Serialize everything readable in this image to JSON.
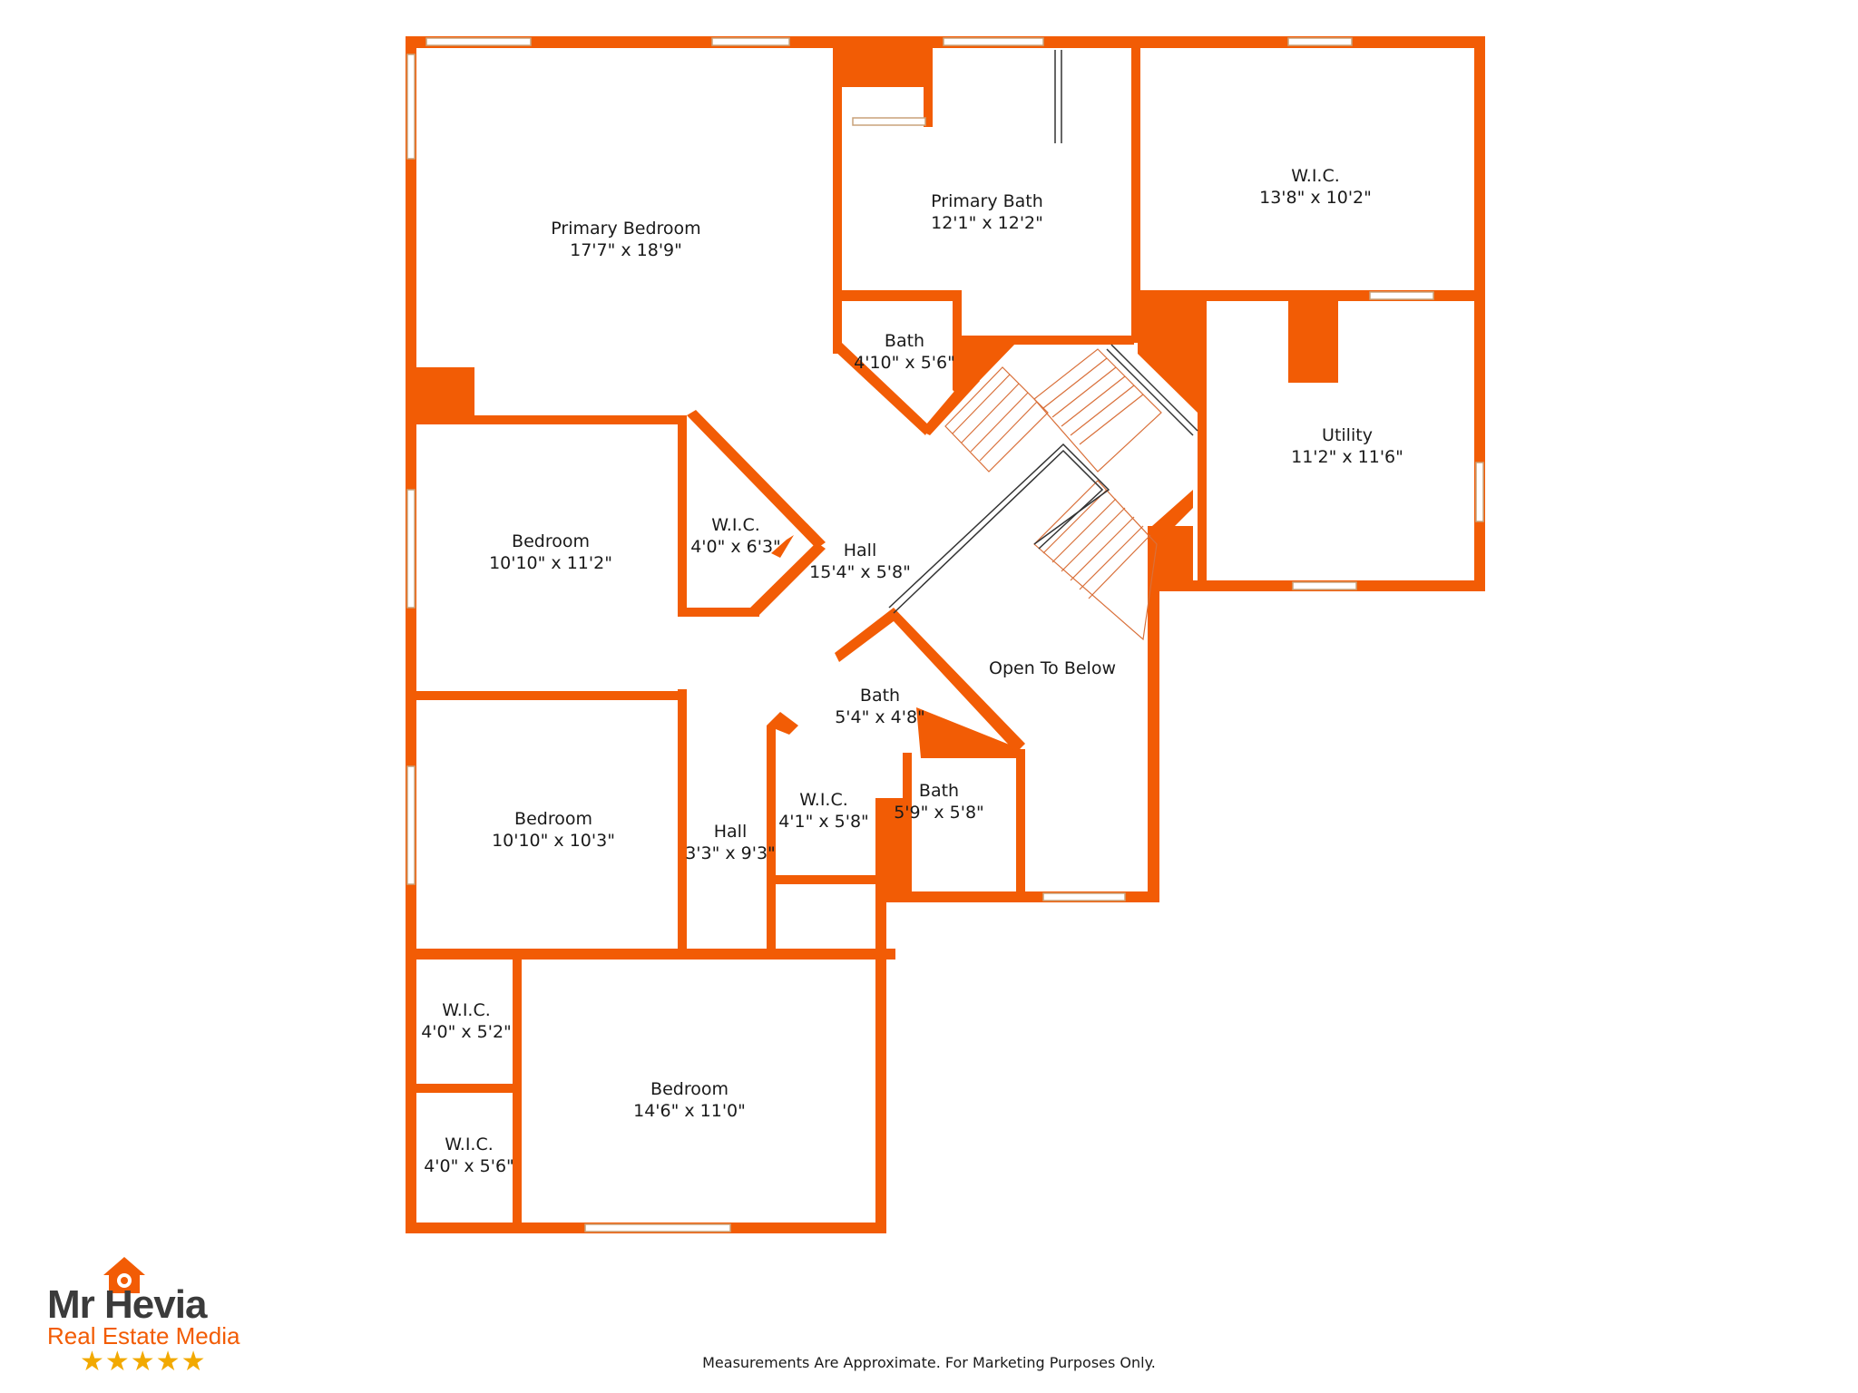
{
  "rooms": {
    "primary_bedroom": {
      "name": "Primary Bedroom",
      "size": "17'7\" x 18'9\""
    },
    "primary_bath": {
      "name": "Primary Bath",
      "size": "12'1\" x 12'2\""
    },
    "wic_primary": {
      "name": "W.I.C.",
      "size": "13'8\" x 10'2\""
    },
    "bath_1": {
      "name": "Bath",
      "size": "4'10\" x 5'6\""
    },
    "utility": {
      "name": "Utility",
      "size": "11'2\" x 11'6\""
    },
    "bedroom_1": {
      "name": "Bedroom",
      "size": "10'10\" x 11'2\""
    },
    "wic_1": {
      "name": "W.I.C.",
      "size": "4'0\" x 6'3\""
    },
    "hall_1": {
      "name": "Hall",
      "size": "15'4\" x 5'8\""
    },
    "open_to_below": {
      "name": "Open To Below"
    },
    "bath_2": {
      "name": "Bath",
      "size": "5'4\" x 4'8\""
    },
    "bath_3": {
      "name": "Bath",
      "size": "5'9\" x 5'8\""
    },
    "wic_2": {
      "name": "W.I.C.",
      "size": "4'1\" x 5'8\""
    },
    "hall_2": {
      "name": "Hall",
      "size": "3'3\" x 9'3\""
    },
    "bedroom_2": {
      "name": "Bedroom",
      "size": "10'10\" x 10'3\""
    },
    "wic_3": {
      "name": "W.I.C.",
      "size": "4'0\" x 5'2\""
    },
    "wic_4": {
      "name": "W.I.C.",
      "size": "4'0\" x 5'6\""
    },
    "bedroom_3": {
      "name": "Bedroom",
      "size": "14'6\" x 11'0\""
    }
  },
  "footer_note": "Measurements Are Approximate. For Marketing Purposes Only.",
  "logo": {
    "line1": "Mr Hevia",
    "line2": "Real Estate Media",
    "stars": "★★★★★"
  },
  "colors": {
    "wall": "#f25c05",
    "stair": "#d9703a",
    "star": "#f2a900"
  }
}
